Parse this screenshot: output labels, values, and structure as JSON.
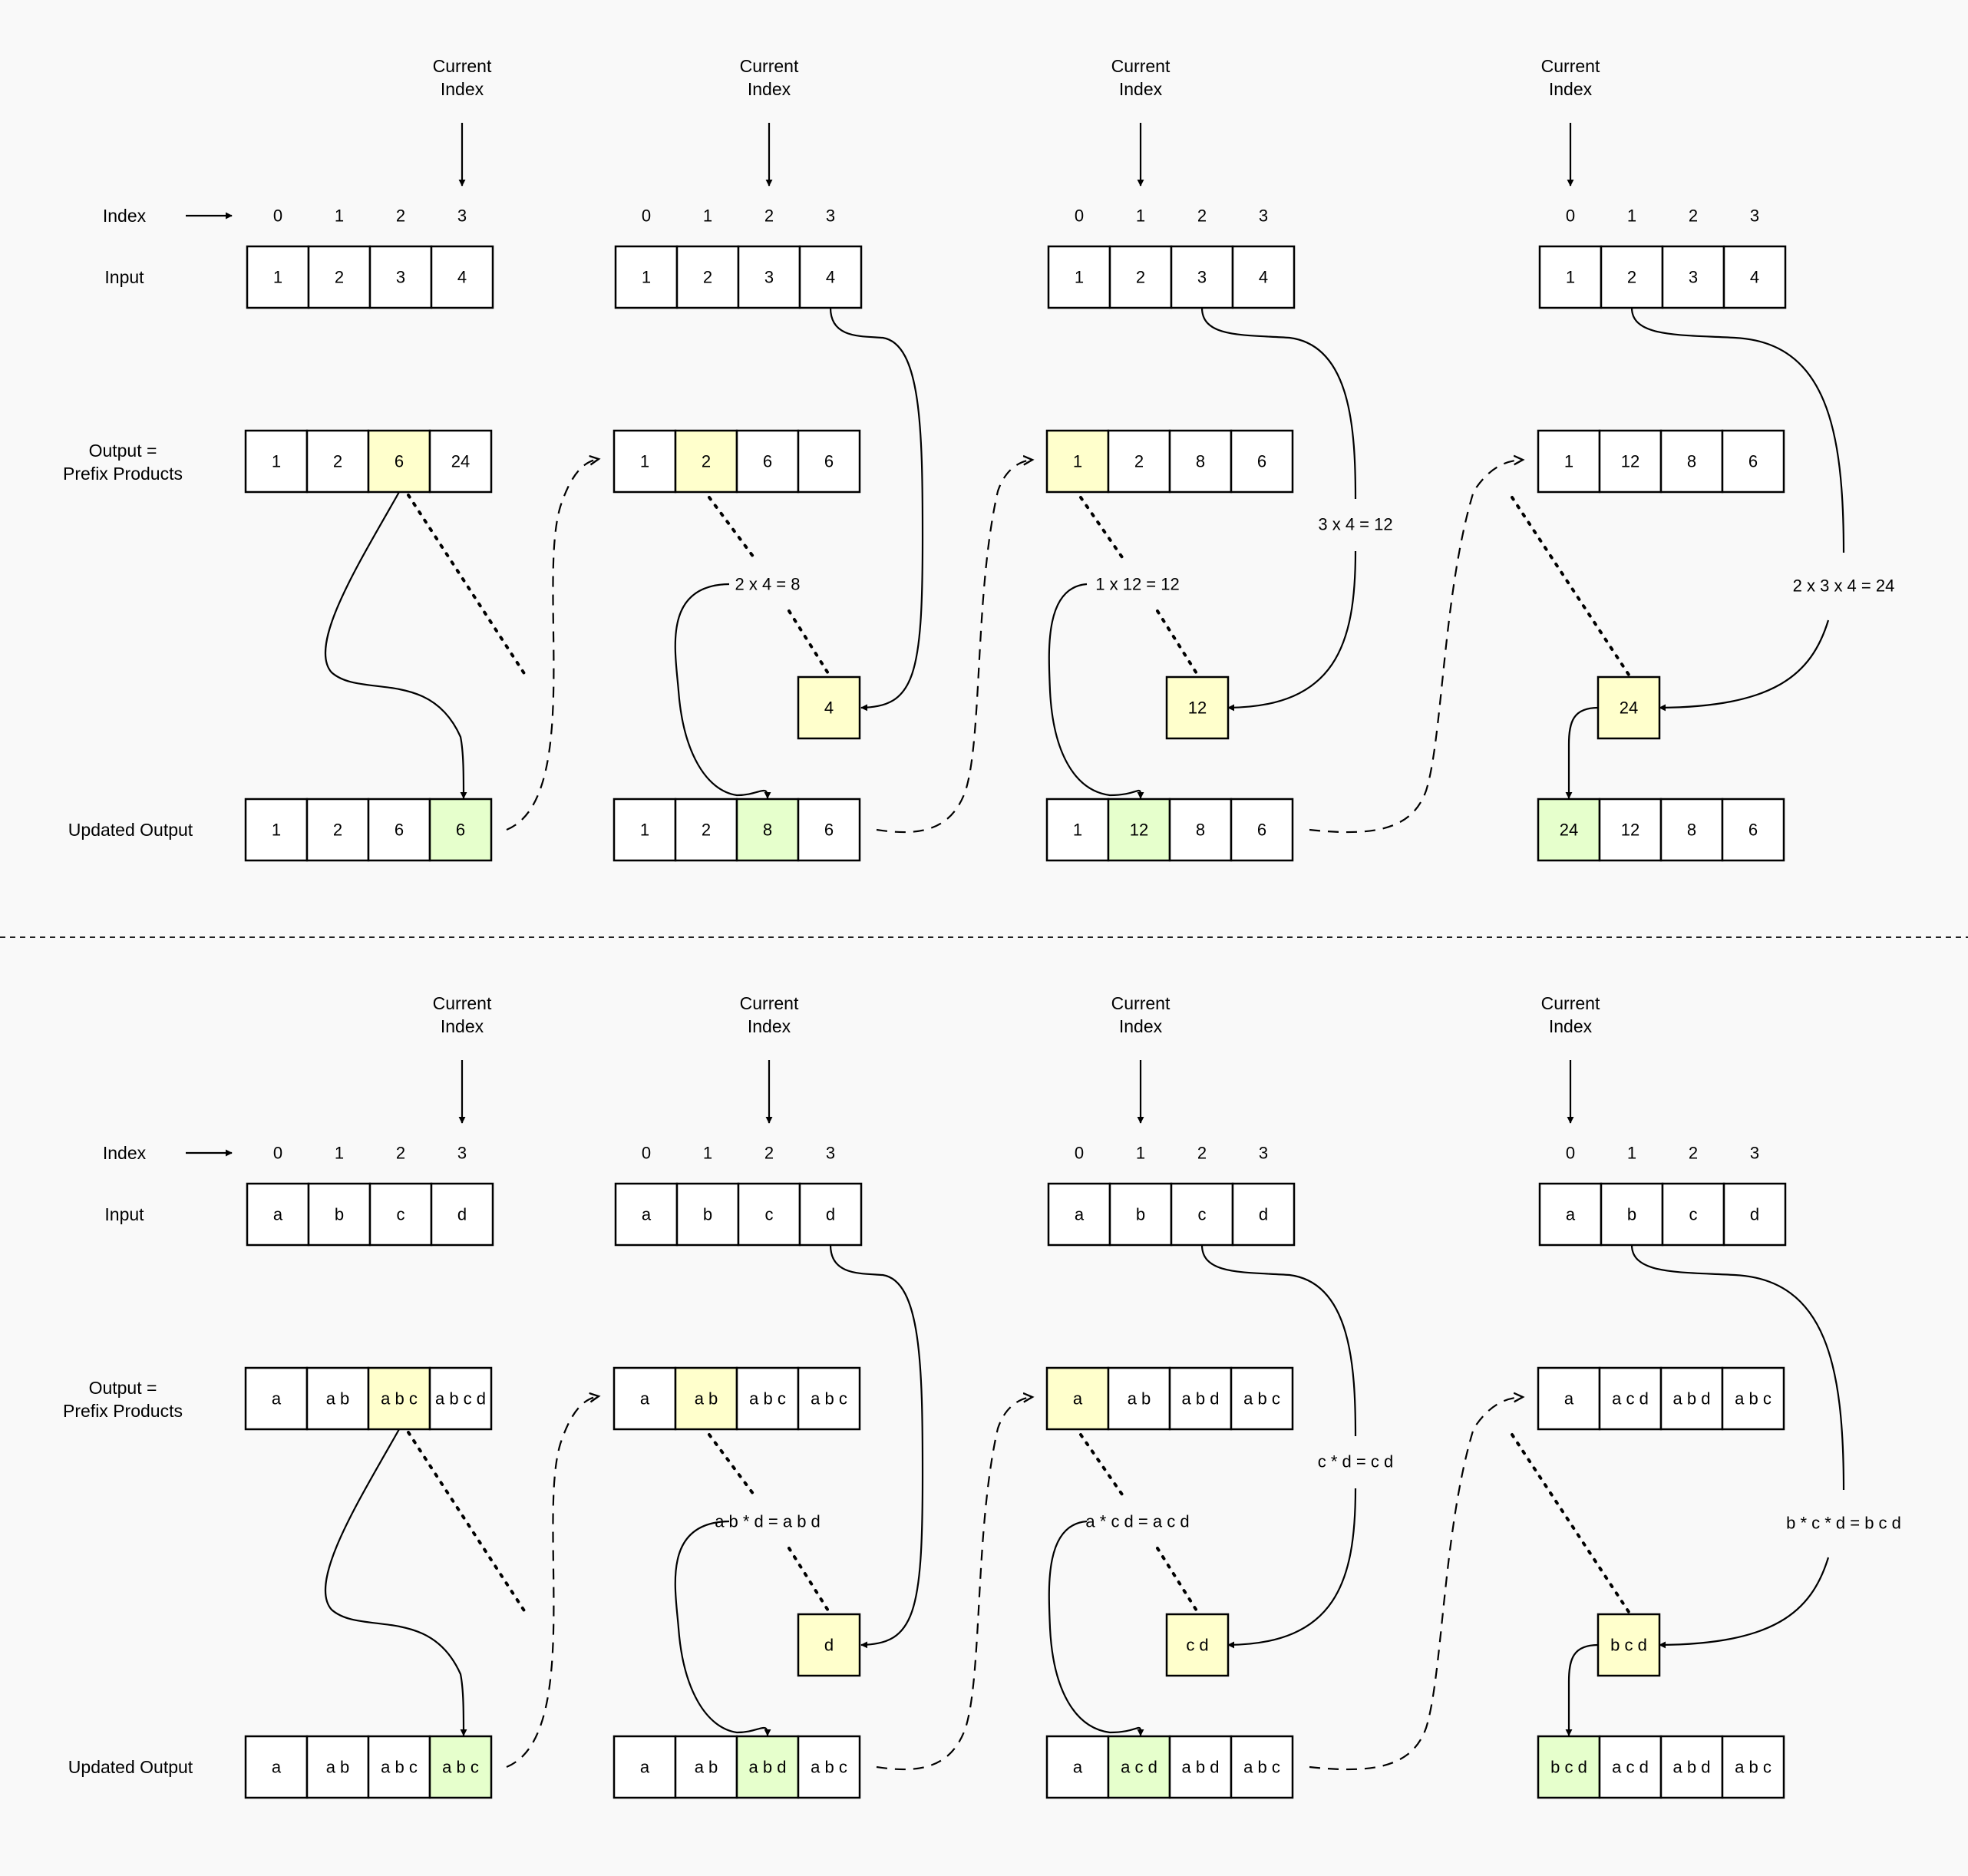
{
  "labels": {
    "current_index": [
      "Current",
      "Index"
    ],
    "index": "Index",
    "input": "Input",
    "output": [
      "Output =",
      "Prefix Products"
    ],
    "updated_output": "Updated Output"
  },
  "index_values": [
    "0",
    "1",
    "2",
    "3"
  ],
  "panels": [
    {
      "id": "numeric",
      "input": [
        "1",
        "2",
        "3",
        "4"
      ],
      "steps": [
        {
          "current_index": 3,
          "output": [
            "1",
            "2",
            "6",
            "24"
          ],
          "output_highlight": 2,
          "updated": [
            "1",
            "2",
            "6",
            "6"
          ],
          "updated_highlight": 3,
          "suffix": null,
          "formula": null,
          "suffix_formula": null
        },
        {
          "current_index": 2,
          "output": [
            "1",
            "2",
            "6",
            "6"
          ],
          "output_highlight": 1,
          "updated": [
            "1",
            "2",
            "8",
            "6"
          ],
          "updated_highlight": 2,
          "suffix": "4",
          "formula": "2 x 4 = 8",
          "suffix_formula": null
        },
        {
          "current_index": 1,
          "output": [
            "1",
            "2",
            "8",
            "6"
          ],
          "output_highlight": 0,
          "updated": [
            "1",
            "12",
            "8",
            "6"
          ],
          "updated_highlight": 1,
          "suffix": "12",
          "formula": "1 x 12 = 12",
          "suffix_formula": "3 x 4 = 12"
        },
        {
          "current_index": 0,
          "output": [
            "1",
            "12",
            "8",
            "6"
          ],
          "output_highlight": null,
          "updated": [
            "24",
            "12",
            "8",
            "6"
          ],
          "updated_highlight": 0,
          "suffix": "24",
          "formula": null,
          "suffix_formula": "2 x 3 x 4 = 24"
        }
      ]
    },
    {
      "id": "symbolic",
      "input": [
        "a",
        "b",
        "c",
        "d"
      ],
      "steps": [
        {
          "current_index": 3,
          "output": [
            "a",
            "a b",
            "a b c",
            "a b c d"
          ],
          "output_highlight": 2,
          "updated": [
            "a",
            "a b",
            "a b c",
            "a b c"
          ],
          "updated_highlight": 3,
          "suffix": null,
          "formula": null,
          "suffix_formula": null
        },
        {
          "current_index": 2,
          "output": [
            "a",
            "a b",
            "a b c",
            "a b c"
          ],
          "output_highlight": 1,
          "updated": [
            "a",
            "a b",
            "a b d",
            "a b c"
          ],
          "updated_highlight": 2,
          "suffix": "d",
          "formula": "a b * d = a b d",
          "suffix_formula": null
        },
        {
          "current_index": 1,
          "output": [
            "a",
            "a b",
            "a b d",
            "a b c"
          ],
          "output_highlight": 0,
          "updated": [
            "a",
            "a c d",
            "a b d",
            "a b c"
          ],
          "updated_highlight": 1,
          "suffix": "c d",
          "formula": "a * c d = a c d",
          "suffix_formula": "c * d = c d"
        },
        {
          "current_index": 0,
          "output": [
            "a",
            "a c d",
            "a b d",
            "a b c"
          ],
          "output_highlight": null,
          "updated": [
            "b c d",
            "a c d",
            "a b d",
            "a b c"
          ],
          "updated_highlight": 0,
          "suffix": "b c d",
          "formula": null,
          "suffix_formula": "b * c * d = b c d"
        }
      ]
    }
  ]
}
